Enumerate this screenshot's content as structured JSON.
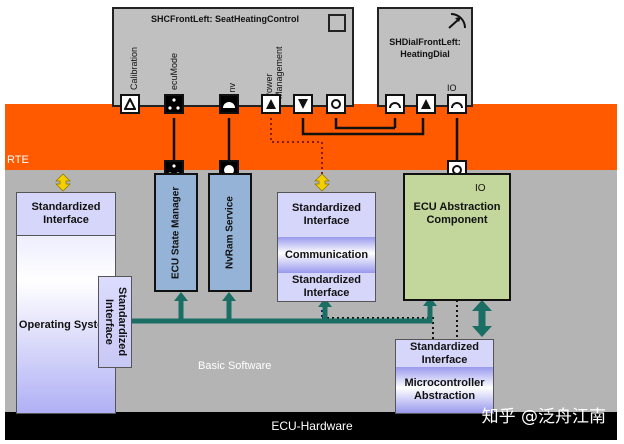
{
  "layers": {
    "rte": "RTE",
    "basic_software": "Basic Software",
    "ecu_hardware": "ECU-Hardware"
  },
  "swc_seat": {
    "title": "SHCFrontLeft:  SeatHeatingControl",
    "port_labels": [
      "Calibration",
      "ecuMode",
      "nv",
      "Power Management"
    ]
  },
  "swc_dial": {
    "title_line1": "SHDialFrontLeft:",
    "title_line2": "HeatingDial",
    "io_label": "IO"
  },
  "os": {
    "std_if": "Standardized Interface",
    "name": "Operating System",
    "side_if": "Standardized Interface"
  },
  "services": {
    "ecu_state_manager": "ECU State Manager",
    "nvram_service": "NvRam Service"
  },
  "comm": {
    "std_if_top": "Standardized Interface",
    "name": "Communication",
    "std_if_bottom": "Standardized Interface"
  },
  "ecu_abs": {
    "io_label": "IO",
    "name": "ECU Abstraction Component"
  },
  "mcal": {
    "std_if": "Standardized Interface",
    "name": "Microcontroller Abstraction"
  },
  "watermark": "知乎 @泛舟江南",
  "colors": {
    "rte": "#ff5a00",
    "basic_software": "#b4b4b4",
    "hardware": "#000000",
    "service_box": "#95b3d7",
    "ecu_abstraction": "#c3d69b",
    "interface": "#c8c8f5",
    "bus_arrow": "#1a6e64",
    "rte_arrow": "#f5d000"
  }
}
